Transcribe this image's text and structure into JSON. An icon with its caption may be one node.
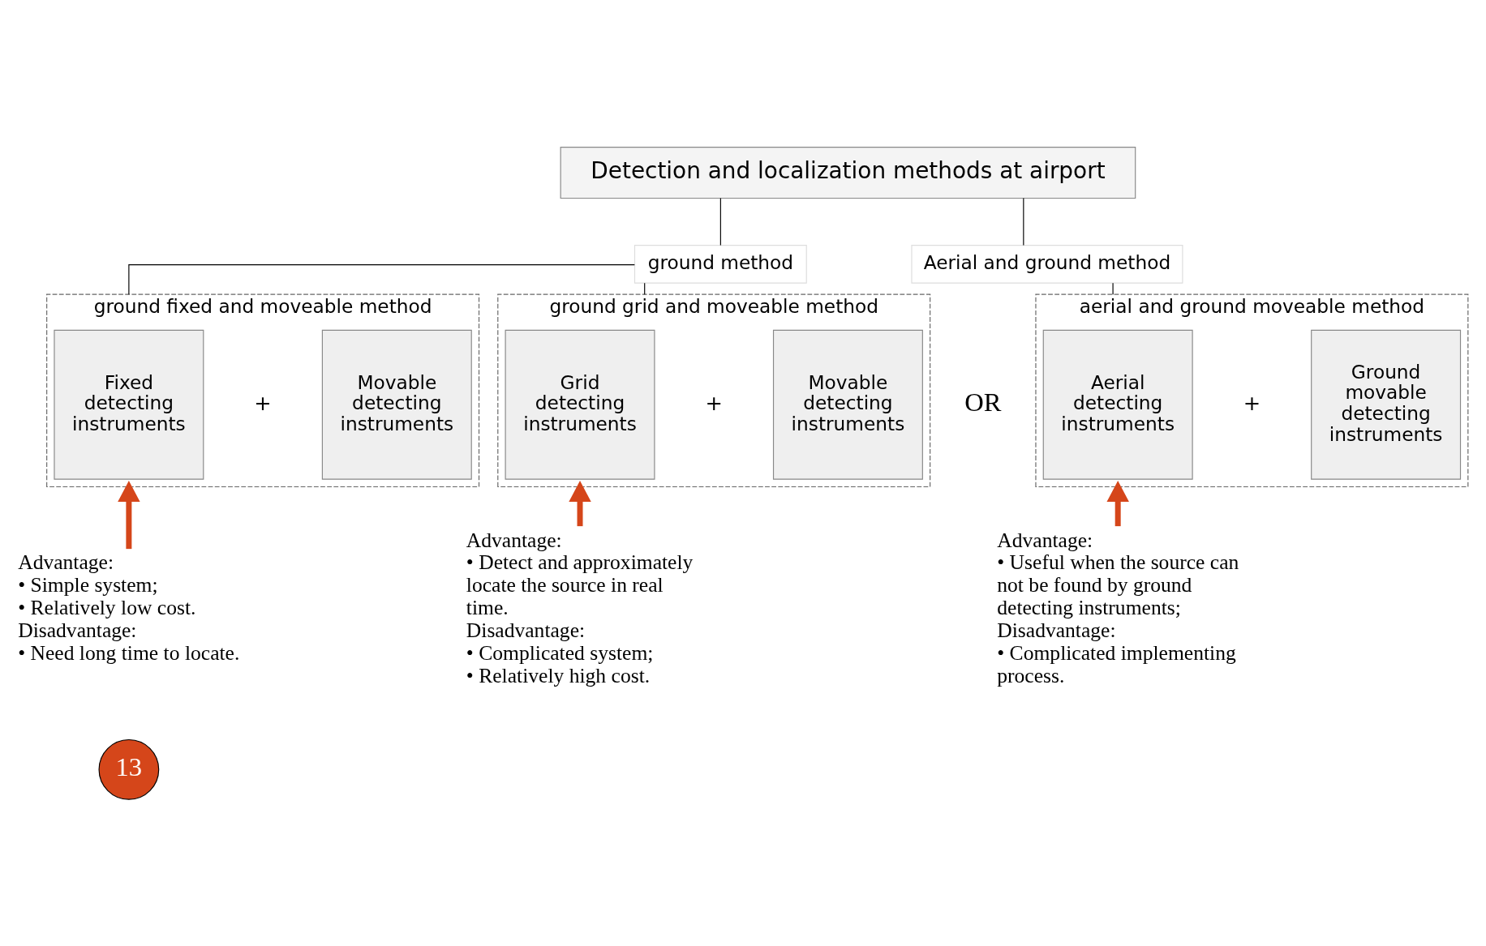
{
  "diagram": {
    "nodes": [
      {
        "text": [
          "Detection and localization methods at airport"
        ]
      },
      {
        "text": [
          "ground method"
        ]
      },
      {
        "text": [
          "Aerial and ground method"
        ]
      },
      {
        "text": [
          "ground fixed and moveable method"
        ]
      },
      {
        "text": [
          "Fixed detecting instruments"
        ],
        "in": 3
      },
      {
        "text": [
          "Movable detecting instruments"
        ],
        "in": 3
      },
      {
        "text": [
          "ground grid and moveable method"
        ]
      },
      {
        "text": [
          "Grid detecting instruments"
        ],
        "in": 6
      },
      {
        "text": [
          "Movable detecting instruments"
        ],
        "in": 6
      },
      {
        "text": [
          "aerial and ground moveable method"
        ]
      },
      {
        "text": [
          "Aerial detecting instruments"
        ],
        "in": 9
      },
      {
        "text": [
          "Ground movable detecting instruments"
        ],
        "in": 9
      },
      {
        "text": [
          "Advantage:",
          "• Simple system;",
          "• Relatively low cost.",
          "Disadvantage:",
          "• Need long time to locate."
        ]
      },
      {
        "text": [
          "Advantage:",
          "• Detect and approximately locate the source in real time.",
          "Disadvantage:",
          "• Complicated system;",
          "• Relatively high cost."
        ]
      },
      {
        "text": [
          "Advantage:",
          "• Useful when the source can not be found by ground detecting instruments;",
          "Disadvantage:",
          "• Complicated implementing process."
        ]
      }
    ],
    "edges": [
      {
        "from": 0,
        "to": 1,
        "arrow": "none"
      },
      {
        "from": 0,
        "to": 2,
        "arrow": "none"
      },
      {
        "from": 1,
        "to": 3,
        "arrow": "none"
      },
      {
        "from": 1,
        "to": 6,
        "arrow": "none"
      },
      {
        "from": 2,
        "to": 9,
        "arrow": "none"
      },
      {
        "from": 12,
        "to": 3,
        "arrow": "to",
        "style": "thick",
        "color": "#d5461a"
      },
      {
        "from": 13,
        "to": 6,
        "arrow": "to",
        "style": "thick",
        "color": "#d5461a"
      },
      {
        "from": 14,
        "to": 9,
        "arrow": "to",
        "style": "thick",
        "color": "#d5461a"
      }
    ],
    "labels": [
      "+",
      "OR",
      "+",
      "+",
      "13"
    ]
  }
}
